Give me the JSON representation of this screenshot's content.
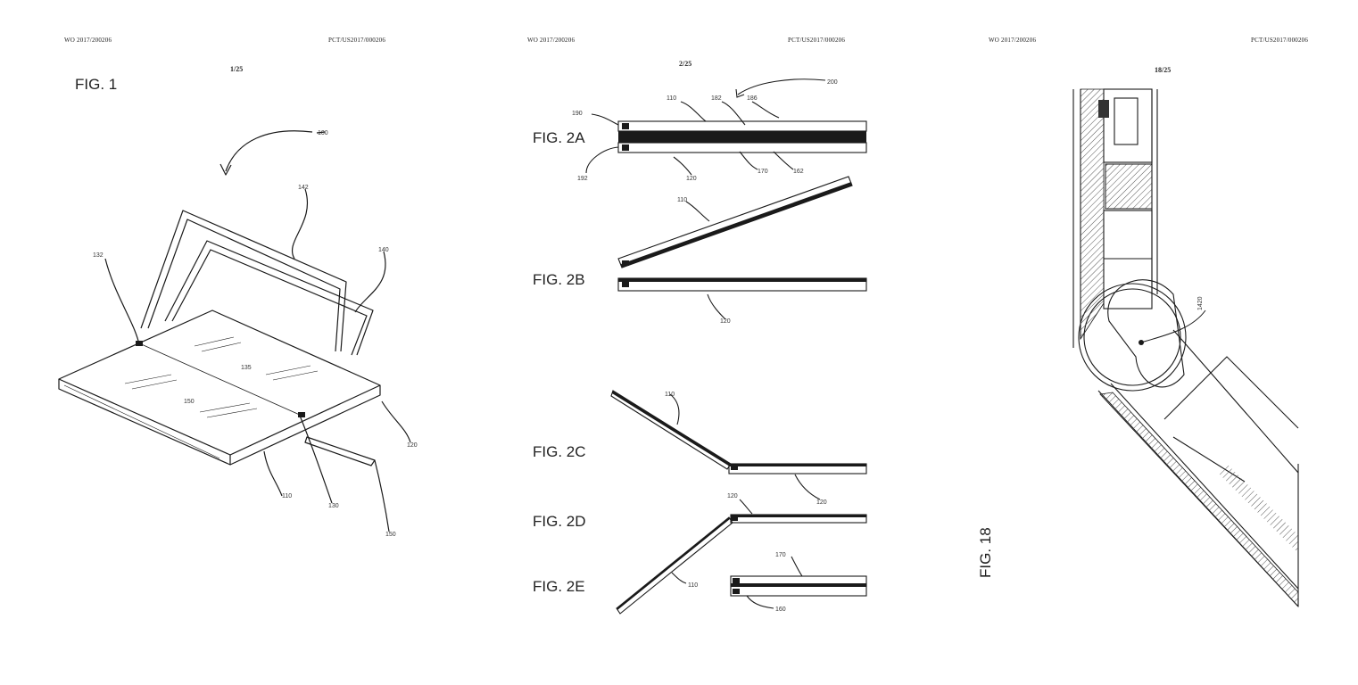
{
  "sheets": [
    {
      "header_left": "WO 2017/200206",
      "header_right": "PCT/US2017/000206",
      "page_number": "1/25",
      "figure_label": "FIG. 1",
      "ref_numerals": {
        "r100": "100",
        "r142": "142",
        "r140": "140",
        "r132": "132",
        "r135": "135",
        "r150a": "150",
        "r120": "120",
        "r110": "110",
        "r130": "130",
        "r150b": "150"
      }
    },
    {
      "header_left": "WO 2017/200206",
      "header_right": "PCT/US2017/000206",
      "page_number": "2/25",
      "figure_labels": {
        "fig2a": "FIG. 2A",
        "fig2b": "FIG. 2B",
        "fig2c": "FIG. 2C",
        "fig2d": "FIG. 2D",
        "fig2e": "FIG. 2E"
      },
      "ref_numerals": {
        "r200": "200",
        "r110a": "110",
        "r182": "182",
        "r186": "186",
        "r190": "190",
        "r192": "192",
        "r120a": "120",
        "r170": "170",
        "r162": "162",
        "r110b": "110",
        "r120b": "120",
        "r110c": "110",
        "r120c": "120",
        "r120d": "120",
        "r110e": "110",
        "r170e": "170",
        "r160": "160"
      }
    },
    {
      "header_left": "WO 2017/200206",
      "header_right": "PCT/US2017/000206",
      "page_number": "18/25",
      "figure_label": "FIG. 18",
      "ref_numerals": {
        "r1420": "1420"
      }
    }
  ],
  "colors": {
    "ink": "#1a1a1a",
    "hatch": "#555555",
    "paper": "#ffffff"
  }
}
